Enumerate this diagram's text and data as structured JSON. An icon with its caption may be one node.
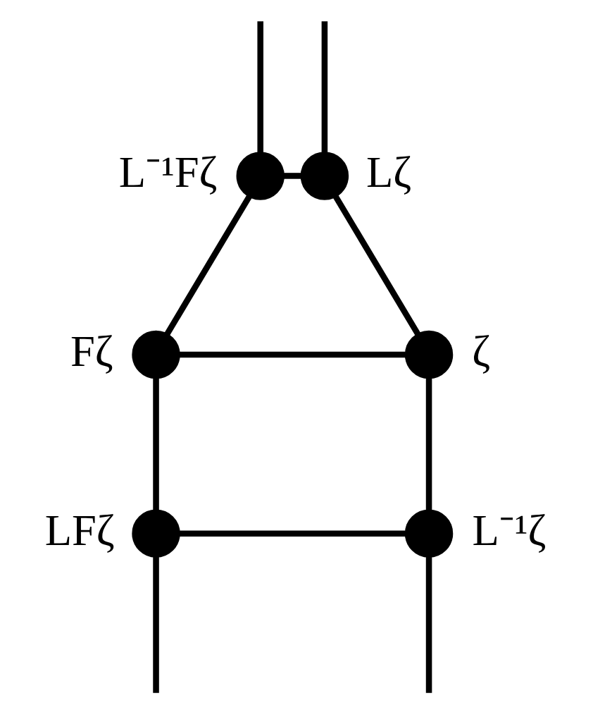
{
  "diagram": {
    "nodes": [
      {
        "text": [],
        "shape": "circle",
        "beside": [
          "L⁻¹Fζ"
        ]
      },
      {
        "text": [],
        "shape": "circle",
        "beside": [
          "Lζ"
        ]
      },
      {
        "text": [],
        "shape": "circle",
        "beside": [
          "Fζ"
        ]
      },
      {
        "text": [],
        "shape": "circle",
        "beside": [
          "ζ"
        ]
      },
      {
        "text": [],
        "shape": "circle",
        "beside": [
          "LFζ"
        ]
      },
      {
        "text": [],
        "shape": "circle",
        "beside": [
          "L⁻¹ζ"
        ]
      }
    ],
    "edges": [
      {
        "from": null,
        "to": 0,
        "arrow": "none"
      },
      {
        "from": 0,
        "to": 2,
        "arrow": "none"
      },
      {
        "from": 2,
        "to": 4,
        "arrow": "none"
      },
      {
        "from": 4,
        "to": null,
        "arrow": "none"
      },
      {
        "from": null,
        "to": 1,
        "arrow": "none"
      },
      {
        "from": 1,
        "to": 3,
        "arrow": "none"
      },
      {
        "from": 3,
        "to": 5,
        "arrow": "none"
      },
      {
        "from": 5,
        "to": null,
        "arrow": "none"
      },
      {
        "from": 0,
        "to": 1,
        "arrow": "none"
      },
      {
        "from": 2,
        "to": 3,
        "arrow": "none"
      },
      {
        "from": 4,
        "to": 5,
        "arrow": "none"
      }
    ]
  }
}
